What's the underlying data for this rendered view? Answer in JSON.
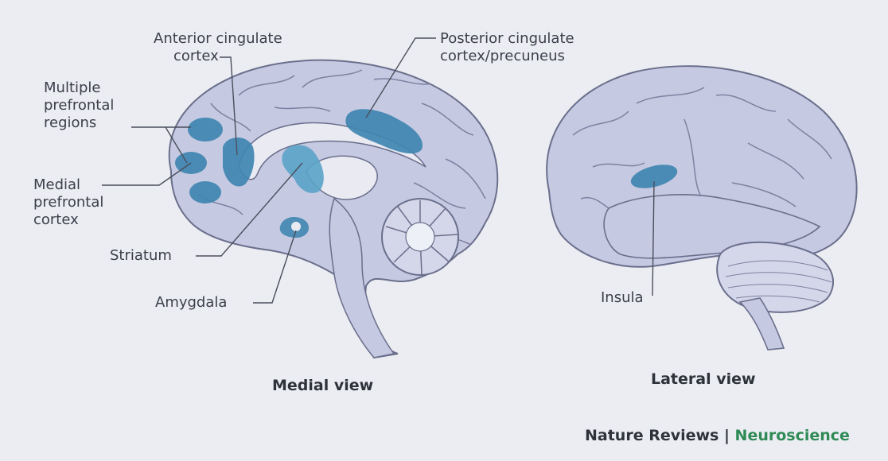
{
  "labels": {
    "anterior_cingulate_line1": "Anterior cingulate",
    "anterior_cingulate_line2": "cortex",
    "posterior_cingulate_line1": "Posterior cingulate",
    "posterior_cingulate_line2": "cortex/precuneus",
    "multiple_prefrontal_line1": "Multiple",
    "multiple_prefrontal_line2": "prefrontal",
    "multiple_prefrontal_line3": "regions",
    "medial_prefrontal_line1": "Medial",
    "medial_prefrontal_line2": "prefrontal",
    "medial_prefrontal_line3": "cortex",
    "striatum": "Striatum",
    "amygdala": "Amygdala",
    "insula": "Insula"
  },
  "views": {
    "medial": "Medial view",
    "lateral": "Lateral view"
  },
  "credit": {
    "journal": "Nature Reviews",
    "separator": " | ",
    "field": "Neuroscience"
  },
  "colors": {
    "background": "#ecedf2",
    "brain_fill": "#c5c9e2",
    "brain_stroke": "#6a6f8c",
    "highlight": "#3f86b1",
    "highlight_light": "#5aa3c8",
    "label_text": "#3a3f4a",
    "credit_accent": "#2f8a55"
  }
}
